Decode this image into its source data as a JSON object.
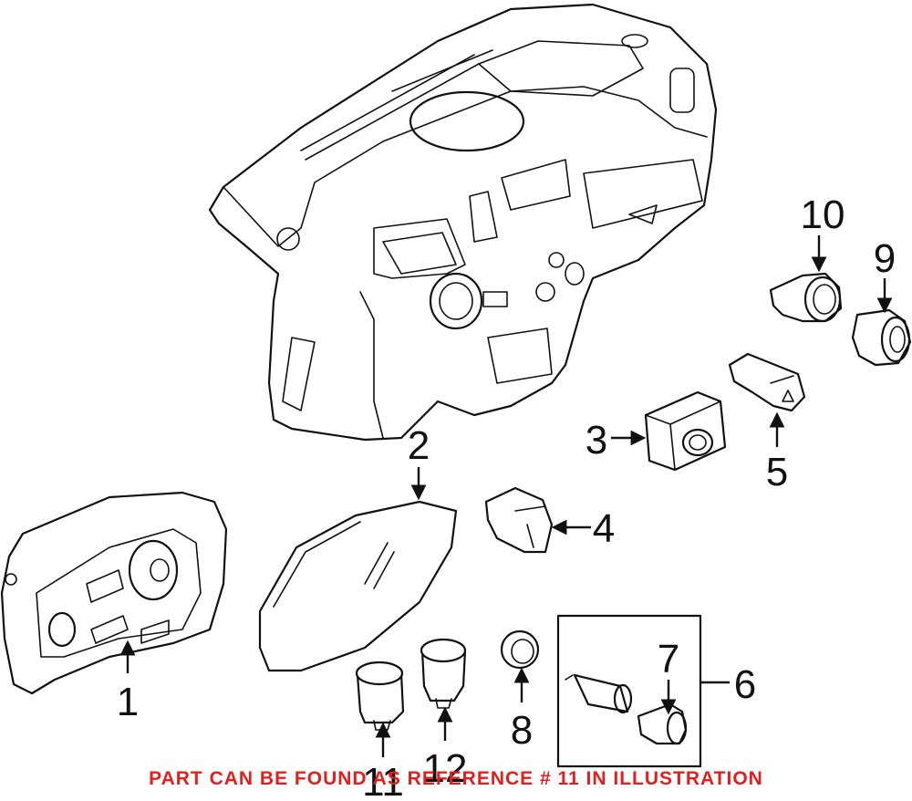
{
  "callouts": {
    "c1": "1",
    "c2": "2",
    "c3": "3",
    "c4": "4",
    "c5": "5",
    "c6": "6",
    "c7": "7",
    "c8": "8",
    "c9": "9",
    "c10": "10",
    "c11": "11",
    "c12": "12"
  },
  "footer_note": "PART CAN BE FOUND AS REFERENCE # 11 IN ILLUSTRATION",
  "colors": {
    "note": "#e0201c",
    "line": "#111111",
    "background": "#ffffff"
  }
}
